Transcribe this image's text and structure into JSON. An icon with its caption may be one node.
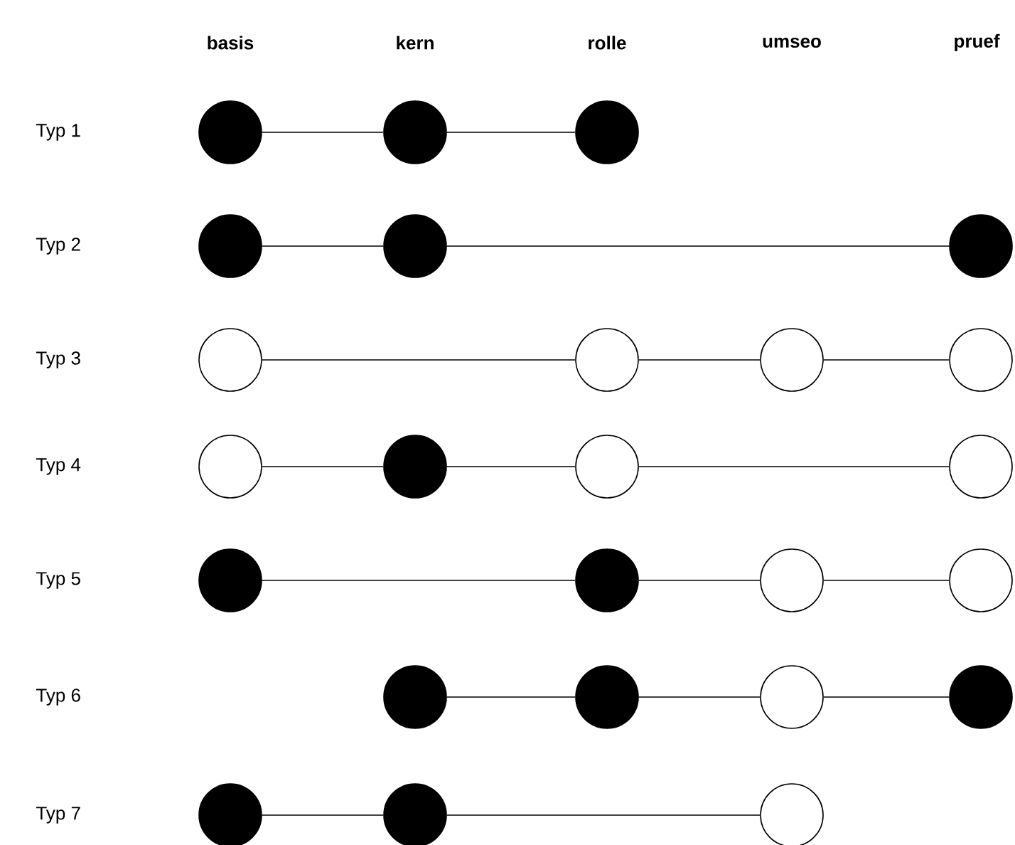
{
  "diagram": {
    "nodes": [
      {
        "text": [],
        "shape": "dot"
      },
      {
        "text": [],
        "shape": "dot"
      },
      {
        "text": [],
        "shape": "dot"
      },
      {
        "text": [],
        "shape": "dot"
      },
      {
        "text": [],
        "shape": "dot"
      },
      {
        "text": [],
        "shape": "dot"
      },
      {
        "text": [],
        "shape": "circle"
      },
      {
        "text": [],
        "shape": "circle"
      },
      {
        "text": [],
        "shape": "circle"
      },
      {
        "text": [],
        "shape": "circle"
      },
      {
        "text": [],
        "shape": "circle"
      },
      {
        "text": [],
        "shape": "dot"
      },
      {
        "text": [],
        "shape": "circle"
      },
      {
        "text": [],
        "shape": "circle"
      },
      {
        "text": [],
        "shape": "dot"
      },
      {
        "text": [],
        "shape": "dot"
      },
      {
        "text": [],
        "shape": "circle"
      },
      {
        "text": [],
        "shape": "circle"
      },
      {
        "text": [],
        "shape": "dot"
      },
      {
        "text": [],
        "shape": "dot"
      },
      {
        "text": [],
        "shape": "circle"
      },
      {
        "text": [],
        "shape": "dot"
      },
      {
        "text": [],
        "shape": "dot"
      },
      {
        "text": [],
        "shape": "dot"
      },
      {
        "text": [],
        "shape": "circle"
      }
    ],
    "edges": [
      {
        "from": 0,
        "to": 1,
        "arrow": "none"
      },
      {
        "from": 1,
        "to": 2,
        "arrow": "none"
      },
      {
        "from": 3,
        "to": 4,
        "arrow": "none"
      },
      {
        "from": 4,
        "to": 5,
        "arrow": "none"
      },
      {
        "from": 6,
        "to": 7,
        "arrow": "none"
      },
      {
        "from": 7,
        "to": 8,
        "arrow": "none"
      },
      {
        "from": 8,
        "to": 9,
        "arrow": "none"
      },
      {
        "from": 10,
        "to": 11,
        "arrow": "none"
      },
      {
        "from": 11,
        "to": 12,
        "arrow": "none"
      },
      {
        "from": 12,
        "to": 13,
        "arrow": "none"
      },
      {
        "from": 14,
        "to": 15,
        "arrow": "none"
      },
      {
        "from": 15,
        "to": 16,
        "arrow": "none"
      },
      {
        "from": 16,
        "to": 17,
        "arrow": "none"
      },
      {
        "from": 18,
        "to": 19,
        "arrow": "none"
      },
      {
        "from": 19,
        "to": 20,
        "arrow": "none"
      },
      {
        "from": 20,
        "to": 21,
        "arrow": "none"
      },
      {
        "from": 22,
        "to": 23,
        "arrow": "none"
      },
      {
        "from": 23,
        "to": 24,
        "arrow": "none"
      }
    ],
    "labels": [
      "basis",
      "kern",
      "rolle",
      "umseo",
      "pruef",
      "Typ 1",
      "Typ 2",
      "Typ 3",
      "Typ 4",
      "Typ 5",
      "Typ 6",
      "Typ 7"
    ]
  }
}
